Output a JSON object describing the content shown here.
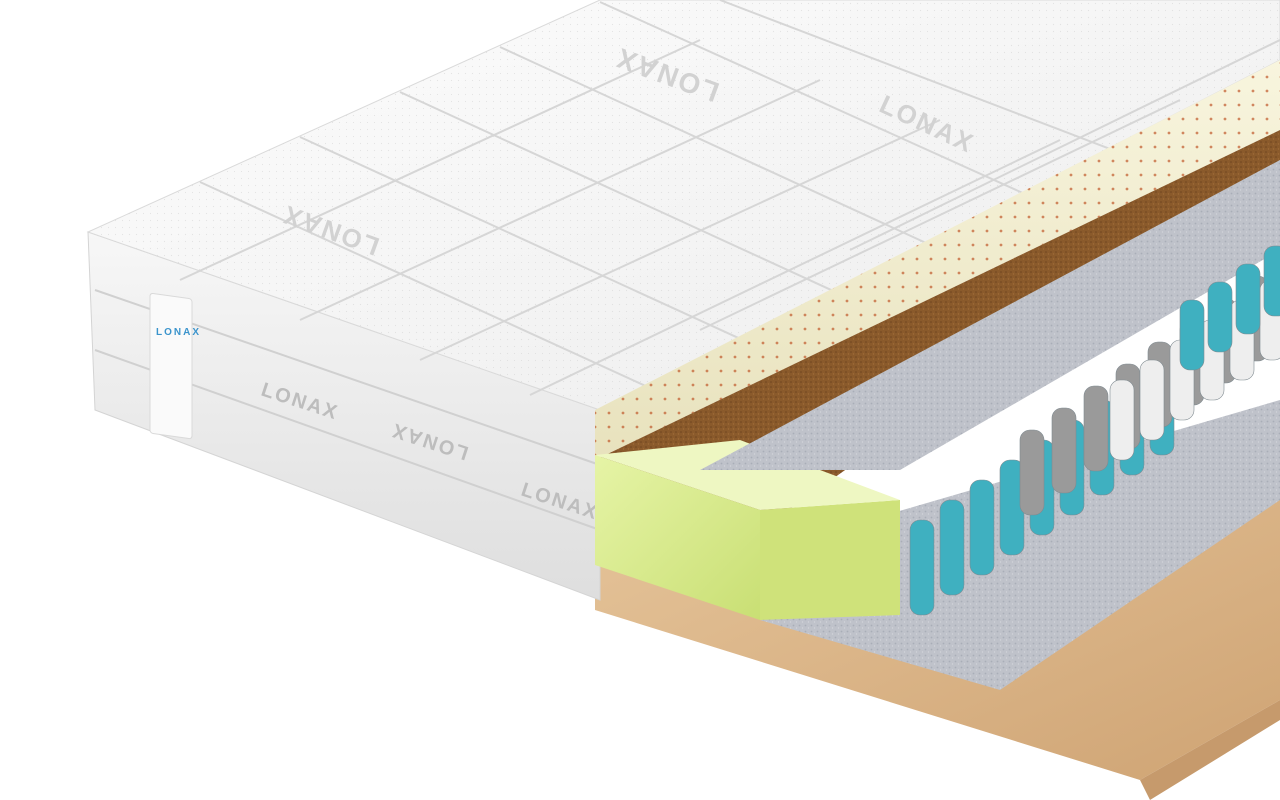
{
  "image": {
    "subject": "mattress-cutaway",
    "background_color": "#ffffff"
  },
  "brand": {
    "name": "LONAX",
    "tag_text": "LONAX",
    "top_watermark": "LONAX",
    "side_watermark": "LONAX"
  },
  "colors": {
    "cover_white": "#f4f4f4",
    "cover_shadow": "#d9d9d9",
    "latex_cream": "#f3efd2",
    "coconut_brown": "#8a5a2b",
    "memory_foam_lime": "#d9ec8c",
    "felt_gray": "#b9bcc4",
    "spring_teal": "#3fb0c0",
    "spring_white": "#eeeeee",
    "spring_metal": "#9a9a9a",
    "base_tan": "#dcb68a",
    "label_blue": "#3b94cc"
  }
}
